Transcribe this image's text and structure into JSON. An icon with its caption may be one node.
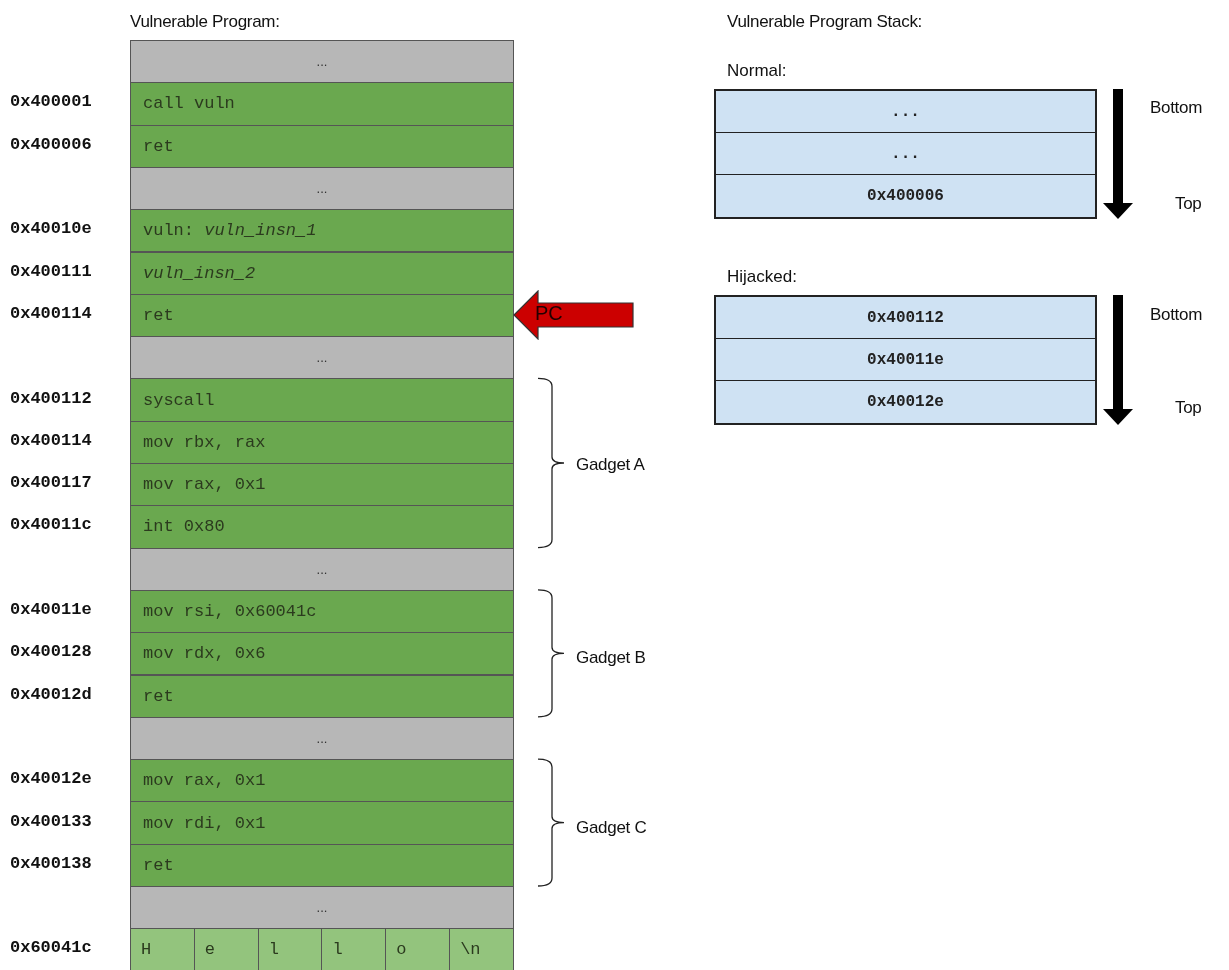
{
  "diagram": {
    "nodes": [
      {
        "text": [
          "..."
        ]
      },
      {
        "text": [
          "call vuln"
        ],
        "beside": [
          "0x400001"
        ]
      },
      {
        "text": [
          "ret"
        ],
        "beside": [
          "0x400006"
        ]
      },
      {
        "text": [
          "..."
        ]
      },
      {
        "text": [
          "vuln: *vuln_insn_1*"
        ],
        "beside": [
          "0x40010e"
        ]
      },
      {
        "text": [
          "vuln_insn_2"
        ],
        "beside": [
          "0x400111"
        ]
      },
      {
        "text": [
          "ret"
        ],
        "beside": [
          "0x400114"
        ]
      },
      {
        "text": [
          "..."
        ]
      },
      {
        "text": [
          "syscall"
        ],
        "beside": [
          "0x400112"
        ]
      },
      {
        "text": [
          "mov rbx, rax"
        ],
        "beside": [
          "0x400114"
        ]
      },
      {
        "text": [
          "mov rax, 0x1"
        ],
        "beside": [
          "0x400117"
        ]
      },
      {
        "text": [
          "int 0x80"
        ],
        "beside": [
          "0x40011c"
        ]
      },
      {
        "text": [
          "..."
        ]
      },
      {
        "text": [
          "mov rsi, 0x60041c"
        ],
        "beside": [
          "0x40011e"
        ]
      },
      {
        "text": [
          "mov rdx, 0x6"
        ],
        "beside": [
          "0x400128"
        ]
      },
      {
        "text": [
          "ret"
        ],
        "beside": [
          "0x40012d"
        ]
      },
      {
        "text": [
          "..."
        ]
      },
      {
        "text": [
          "mov rax, 0x1"
        ],
        "beside": [
          "0x40012e"
        ]
      },
      {
        "text": [
          "mov rdi, 0x1"
        ],
        "beside": [
          "0x400133"
        ]
      },
      {
        "text": [
          "ret"
        ],
        "beside": [
          "0x400138"
        ]
      },
      {
        "text": [
          "..."
        ]
      },
      {
        "text": [
          "H",
          "e",
          "l",
          "l",
          "o",
          "\\n"
        ],
        "beside": [
          "0x60041c"
        ]
      },
      {
        "text": [
          "PC"
        ]
      },
      {
        "text": [
          "Normal:"
        ]
      },
      {
        "text": [
          "..."
        ],
        "in": 23
      },
      {
        "text": [
          "..."
        ],
        "in": 23
      },
      {
        "text": [
          "0x400006"
        ],
        "in": 23
      },
      {
        "text": [
          "Hijacked:"
        ]
      },
      {
        "text": [
          "0x400112"
        ],
        "in": 27
      },
      {
        "text": [
          "0x40011e"
        ],
        "in": 27
      },
      {
        "text": [
          "0x40012e"
        ],
        "in": 27
      }
    ],
    "labels": [
      "Vulnerable Program:",
      "Vulnerable Program Stack:",
      "Bottom",
      "Top",
      "Bottom",
      "Top",
      "Gadget A",
      "Gadget B",
      "Gadget C"
    ]
  }
}
